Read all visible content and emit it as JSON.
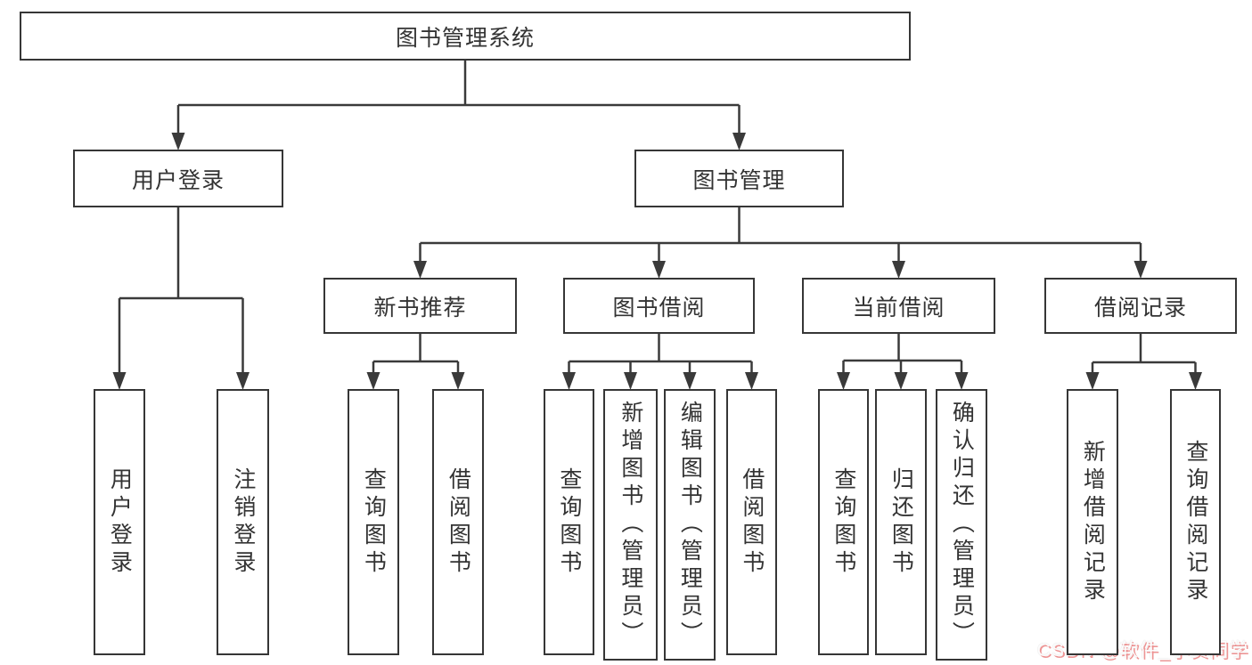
{
  "diagram": {
    "title": "图书管理系统",
    "type": "hierarchy-diagram"
  },
  "nodes": {
    "root": {
      "label": "图书管理系统"
    },
    "user_login": {
      "label": "用户登录"
    },
    "book_management": {
      "label": "图书管理"
    },
    "new_book_recommendation": {
      "label": "新书推荐"
    },
    "book_borrowing": {
      "label": "图书借阅"
    },
    "current_borrowing": {
      "label": "当前借阅"
    },
    "borrowing_records": {
      "label": "借阅记录"
    },
    "ul_user_login": {
      "label": "用户登录"
    },
    "ul_logout": {
      "label": "注销登录"
    },
    "nb_query_books": {
      "label": "查询图书"
    },
    "nb_borrow_books": {
      "label": "借阅图书"
    },
    "bb_query_books": {
      "label": "查询图书"
    },
    "bb_add_books": {
      "label": "新增图书（管理员）"
    },
    "bb_edit_books": {
      "label": "编辑图书（管理员）"
    },
    "bb_borrow_books": {
      "label": "借阅图书"
    },
    "cb_query_books": {
      "label": "查询图书"
    },
    "cb_return_books": {
      "label": "归还图书"
    },
    "cb_confirm_return": {
      "label": "确认归还（管理员）"
    },
    "br_add_record": {
      "label": "新增借阅记录"
    },
    "br_query_record": {
      "label": "查询借阅记录"
    }
  },
  "edges": [
    {
      "from": "root",
      "to": [
        "user_login",
        "book_management"
      ]
    },
    {
      "from": "user_login",
      "to": [
        "ul_user_login",
        "ul_logout"
      ]
    },
    {
      "from": "book_management",
      "to": [
        "new_book_recommendation",
        "book_borrowing",
        "current_borrowing",
        "borrowing_records"
      ]
    },
    {
      "from": "new_book_recommendation",
      "to": [
        "nb_query_books",
        "nb_borrow_books"
      ]
    },
    {
      "from": "book_borrowing",
      "to": [
        "bb_query_books",
        "bb_add_books",
        "bb_edit_books",
        "bb_borrow_books"
      ]
    },
    {
      "from": "current_borrowing",
      "to": [
        "cb_query_books",
        "cb_return_books",
        "cb_confirm_return"
      ]
    },
    {
      "from": "borrowing_records",
      "to": [
        "br_add_record",
        "br_query_record"
      ]
    }
  ],
  "colors": {
    "line": "#3a3a3a",
    "box_border": "#363636",
    "box_fill": "#ffffff",
    "text": "#333333",
    "watermark_text": "#ffffff",
    "watermark_shadow": "#e87070"
  },
  "watermark": {
    "text": "CSDN @软件_小贺同学"
  }
}
